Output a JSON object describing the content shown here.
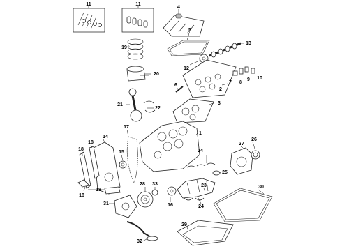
{
  "callouts": [
    {
      "key": "11a",
      "text": "11"
    },
    {
      "key": "11b",
      "text": "11"
    },
    {
      "key": "4",
      "text": "4"
    },
    {
      "key": "5",
      "text": "5"
    },
    {
      "key": "13",
      "text": "13"
    },
    {
      "key": "19",
      "text": "19"
    },
    {
      "key": "12",
      "text": "12"
    },
    {
      "key": "20",
      "text": "20"
    },
    {
      "key": "6",
      "text": "6"
    },
    {
      "key": "7",
      "text": "7"
    },
    {
      "key": "8",
      "text": "8"
    },
    {
      "key": "9",
      "text": "9"
    },
    {
      "key": "10",
      "text": "10"
    },
    {
      "key": "2",
      "text": "2"
    },
    {
      "key": "3",
      "text": "3"
    },
    {
      "key": "21",
      "text": "21"
    },
    {
      "key": "22",
      "text": "22"
    },
    {
      "key": "17",
      "text": "17"
    },
    {
      "key": "1",
      "text": "1"
    },
    {
      "key": "14",
      "text": "14"
    },
    {
      "key": "18a",
      "text": "18"
    },
    {
      "key": "18b",
      "text": "18"
    },
    {
      "key": "15",
      "text": "15"
    },
    {
      "key": "27",
      "text": "27"
    },
    {
      "key": "26",
      "text": "26"
    },
    {
      "key": "24a",
      "text": "24"
    },
    {
      "key": "25",
      "text": "25"
    },
    {
      "key": "23",
      "text": "23"
    },
    {
      "key": "24b",
      "text": "24"
    },
    {
      "key": "18c",
      "text": "18"
    },
    {
      "key": "18d",
      "text": "18"
    },
    {
      "key": "28",
      "text": "28"
    },
    {
      "key": "33",
      "text": "33"
    },
    {
      "key": "16",
      "text": "16"
    },
    {
      "key": "30",
      "text": "30"
    },
    {
      "key": "31",
      "text": "31"
    },
    {
      "key": "29",
      "text": "29"
    },
    {
      "key": "32",
      "text": "32"
    }
  ]
}
